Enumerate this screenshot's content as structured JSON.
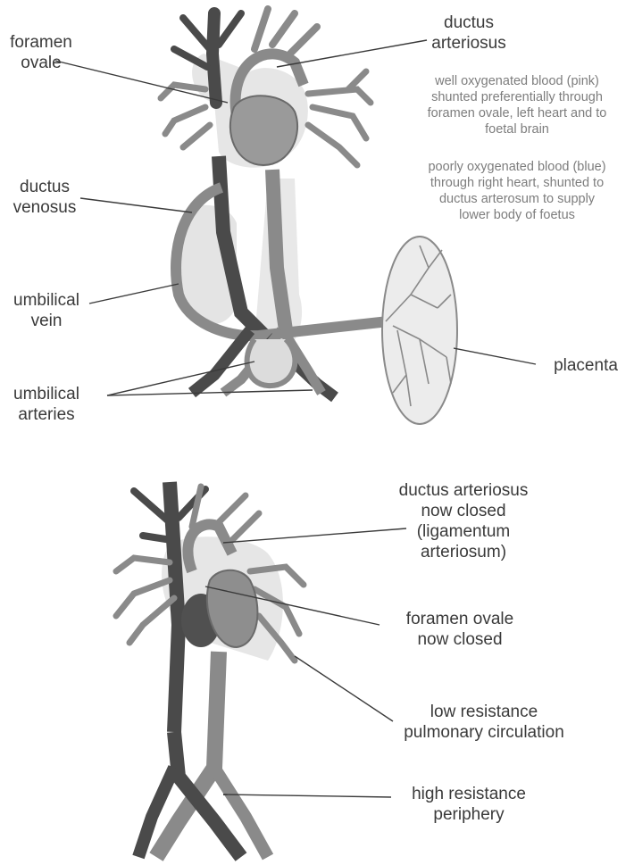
{
  "fetal": {
    "labels": {
      "foramen_ovale": [
        "foramen",
        "ovale"
      ],
      "ductus_arteriosus": [
        "ductus",
        "arteriosus"
      ],
      "ductus_venosus": [
        "ductus",
        "venosus"
      ],
      "umbilical_vein": [
        "umbilical",
        "vein"
      ],
      "umbilical_arteries": [
        "umbilical",
        "arteries"
      ],
      "placenta": "placenta"
    },
    "notes": {
      "oxygenated": [
        "well oxygenated blood (pink)",
        "shunted preferentially through",
        "foramen ovale, left heart and to",
        "foetal brain"
      ],
      "poorly_oxygenated": [
        "poorly oxygenated blood (blue)",
        "through right heart, shunted to",
        "ductus arterosum to supply",
        "lower body of foetus"
      ]
    }
  },
  "adult": {
    "labels": {
      "ductus_closed": [
        "ductus arteriosus",
        "now closed",
        "(ligamentum",
        "arteriosum)"
      ],
      "foramen_closed": [
        "foramen ovale",
        "now closed"
      ],
      "low_resistance": [
        "low resistance",
        "pulmonary circulation"
      ],
      "high_resistance": [
        "high resistance",
        "periphery"
      ]
    }
  },
  "colors": {
    "dark_vessel": "#4a4a4a",
    "mid_vessel": "#8a8a8a",
    "light_fill": "#d6d6d6",
    "leader_line": "#3a3a3a"
  }
}
